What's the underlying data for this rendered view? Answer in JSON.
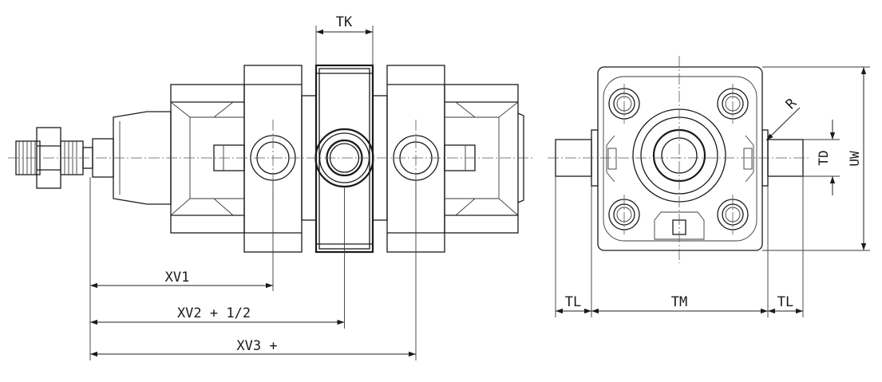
{
  "labels": {
    "tk": "TK",
    "xv1": "XV1",
    "xv2": "XV2 + 1/2",
    "xv3": "XV3 +",
    "tl_left": "TL",
    "tm": "TM",
    "tl_right": "TL",
    "td": "TD",
    "uw": "UW",
    "r": "R"
  }
}
